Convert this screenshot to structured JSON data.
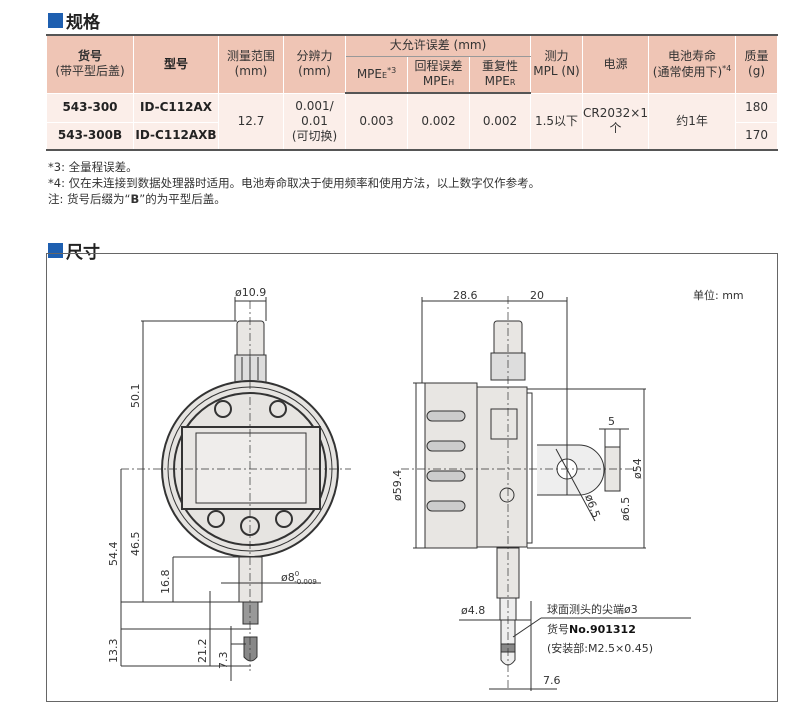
{
  "sections": {
    "spec": "规格",
    "dims": "尺寸"
  },
  "table": {
    "headers": {
      "code": "货号",
      "code_sub": "(带平型后盖)",
      "model": "型号",
      "range": "测量范围",
      "range_unit": "(mm)",
      "res": "分辨力",
      "res_unit": "(mm)",
      "mpe": "大允许误差 (mm)",
      "mpe_e": "MPE",
      "mpe_e_sub": "E",
      "mpe_e_note": "*3",
      "mpe_h": "回程误差",
      "mpe_h_l": "MPE",
      "mpe_h_sub": "H",
      "mpe_r": "重复性",
      "mpe_r_l": "MPE",
      "mpe_r_sub": "R",
      "force": "测力",
      "force_unit": "MPL (N)",
      "power": "电源",
      "battery": "电池寿命",
      "battery_sub": "(通常使用下)",
      "battery_note": "*4",
      "mass": "质量",
      "mass_unit": "(g)"
    },
    "rows": [
      {
        "code": "543-300",
        "model": "ID-C112AX",
        "mass": "180"
      },
      {
        "code": "543-300B",
        "model": "ID-C112AXB",
        "mass": "170"
      }
    ],
    "shared": {
      "range": "12.7",
      "res1": "0.001/",
      "res2": "0.01",
      "res3": "(可切换)",
      "mpe_e": "0.003",
      "mpe_h": "0.002",
      "mpe_r": "0.002",
      "force": "1.5以下",
      "power1": "CR2032×1",
      "power2": "个",
      "battery": "约1年"
    }
  },
  "notes": [
    "*3: 全量程误差。",
    "*4: 仅在未连接到数据处理器时适用。电池寿命取决于使用频率和使用方法，以上数字仅作参考。"
  ],
  "note3": {
    "pre": "注: 货号后缀为“",
    "b": "B",
    "post": "”的为平型后盖。"
  },
  "drawing": {
    "unit": "单位: mm",
    "front": {
      "d109": "ø10.9",
      "d501": "50.1",
      "d465": "46.5",
      "d544": "54.4",
      "d168": "16.8",
      "d8": "ø8",
      "tol_up": "0",
      "tol_dn": "-0.009",
      "d133": "13.3",
      "d212": "21.2",
      "d73": "7.3"
    },
    "side": {
      "d286": "28.6",
      "d20": "20",
      "d594": "ø59.4",
      "d5": "5",
      "d54": "ø54",
      "d65a": "ø6.5",
      "d65b": "ø6.5",
      "d48": "ø4.8",
      "d76": "7.6",
      "tip1": "球面测头的尖端ø3",
      "tip2a": "货号",
      "tip2b": "No.901312",
      "tip3": "(安装部:M2.5×0.45)"
    }
  }
}
